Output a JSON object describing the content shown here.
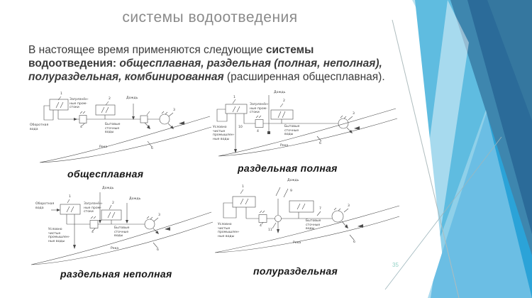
{
  "title": "системы водоотведения",
  "intro": {
    "runs": [
      {
        "text": "В настоящее время применяются следующие "
      },
      {
        "text": "системы водоотведения"
      },
      {
        "text": ": "
      },
      {
        "text": "общесплавная, раздельная (полная, неполная), полураздельная, комбинированная"
      },
      {
        "text": " (расширенная общесплавная)."
      }
    ]
  },
  "colors": {
    "title_gray": "#8a8a8a",
    "text_dark": "#3b3b3b",
    "accent_light_blue": "#5fbce0",
    "accent_deep_blue": "#2ba3d8",
    "accent_mid_blue": "#3e86ae",
    "accent_dark_blue": "#2b6b99",
    "page_number_teal": "#93d2c6"
  },
  "footer": {
    "page_number": "35"
  },
  "diagrams": {
    "d1": {
      "caption": "общесплавная",
      "labels": {
        "oborotnaya": "Оборотная\nвода",
        "zagr": "Загрязнён-\nные пром-\nстоки",
        "bytovye": "Бытовые\nсточные\nводы",
        "dozhd": "Дождь",
        "reka": "Река"
      },
      "nums": {
        "n1": "1",
        "n2": "2",
        "n3": "3",
        "n4": "4",
        "n6": "6"
      }
    },
    "d2": {
      "caption": "раздельная полная",
      "labels": {
        "uslovno": "Условно\nчистые\nпромышлен-\nные воды",
        "zagr": "Загрязнён-\nные пром-\nстоки",
        "bytovye": "Бытовые\nсточные\nводы",
        "dozhd": "Дождь",
        "reka": "Река"
      },
      "nums": {
        "n1": "1",
        "n2": "2",
        "n3": "3",
        "n4": "4",
        "n6": "6",
        "n10": "10"
      }
    },
    "d3": {
      "caption": "раздельная неполная",
      "labels": {
        "oborotnaya": "Оборотная\nвода",
        "uslovno": "Условно\nчистые\nпромышлен-\nные воды",
        "zagr": "Загрязнён-\nные пром-\nстоки",
        "bytovye": "Бытовые\nсточные\nводы",
        "dozhd": "Дождь",
        "reka": "Река"
      },
      "nums": {
        "n1": "1",
        "n2": "2",
        "n3": "3",
        "n4": "4",
        "n6": "6"
      }
    },
    "d4": {
      "caption": "полураздельная",
      "labels": {
        "uslovno": "Условно\nчистые\nпромышлен-\nные воды",
        "bytovye": "Бытовые\nсточные\nводы",
        "dozhd": "Дождь",
        "reka": "Река"
      },
      "nums": {
        "n1": "1",
        "n3": "3",
        "n4": "4",
        "n6": "6",
        "n7": "7",
        "n9": "9",
        "n11": "11"
      }
    }
  }
}
